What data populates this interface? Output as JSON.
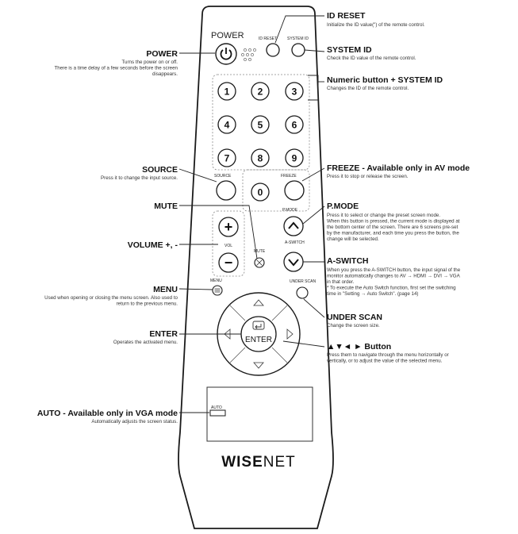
{
  "remote": {
    "power_label": "POWER",
    "id_reset_label": "ID RESET",
    "system_id_label": "SYSTEM ID",
    "source_label": "SOURCE",
    "freeze_label": "FREEZE",
    "pmode_label": "P.MODE",
    "aswitch_label": "A-SWITCH",
    "mute_label": "MUTE",
    "vol_label": "VOL",
    "menu_label": "MENU",
    "under_scan_label": "UNDER SCAN",
    "enter_label": "ENTER",
    "auto_label": "AUTO",
    "brand_bold": "WISE",
    "brand_light": "NET",
    "numbers": [
      "1",
      "2",
      "3",
      "4",
      "5",
      "6",
      "7",
      "8",
      "9",
      "0"
    ],
    "plus": "+",
    "minus": "−"
  },
  "callouts": {
    "id_reset": {
      "title": "ID RESET",
      "lines": [
        "Initialize the ID value(\") of the remote control."
      ]
    },
    "system_id": {
      "title": "SYSTEM ID",
      "lines": [
        "Check the ID value of the remote control."
      ]
    },
    "numeric_system_id": {
      "title": "Numeric button + SYSTEM ID",
      "lines": [
        "Changes the ID of the remote control."
      ]
    },
    "power": {
      "title": "POWER",
      "lines": [
        "Turns the power on or off.",
        "There is a time delay of a few seconds before the screen",
        "disappears."
      ]
    },
    "source": {
      "title": "SOURCE",
      "lines": [
        "Press it to change the input source."
      ]
    },
    "freeze": {
      "title": "FREEZE - Available only in AV mode",
      "lines": [
        "Press it to stop or release the screen."
      ]
    },
    "mute": {
      "title": "MUTE",
      "lines": []
    },
    "pmode": {
      "title": "P.MODE",
      "lines": [
        "Press it to select or change the preset screen mode.",
        "When this button is pressed, the current mode is displayed at",
        "the bottom center of the screen. There are 6 screens pre-set",
        "by the manufacturer, and each time you press the button, the",
        "change will be selected."
      ]
    },
    "volume": {
      "title": "VOLUME +, -",
      "lines": []
    },
    "aswitch": {
      "title": "A-SWITCH",
      "lines": [
        "When you press the A-SWITCH button, the input signal of the",
        "monitor automatically changes to AV → HDMI → DVI → VGA",
        "in that order.",
        "* To execute the Auto Switch function, first set the switching",
        "time in \"Setting → Auto Switch\". (page 14)"
      ]
    },
    "menu": {
      "title": "MENU",
      "lines": [
        "Used when opening or closing the menu screen. Also used to",
        "return to the previous menu."
      ]
    },
    "under_scan": {
      "title": "UNDER SCAN",
      "lines": [
        "Change the screen size."
      ]
    },
    "enter": {
      "title": "ENTER",
      "lines": [
        "Operates the activated menu."
      ]
    },
    "arrows": {
      "title": "▲▼◄ ► Button",
      "lines": [
        "Press them to navigate through the menu horizontally or",
        "vertically, or to adjust the value of the selected menu."
      ]
    },
    "auto": {
      "title": "AUTO - Available only in VGA mode",
      "lines": [
        "Automatically adjusts the screen status."
      ]
    }
  }
}
